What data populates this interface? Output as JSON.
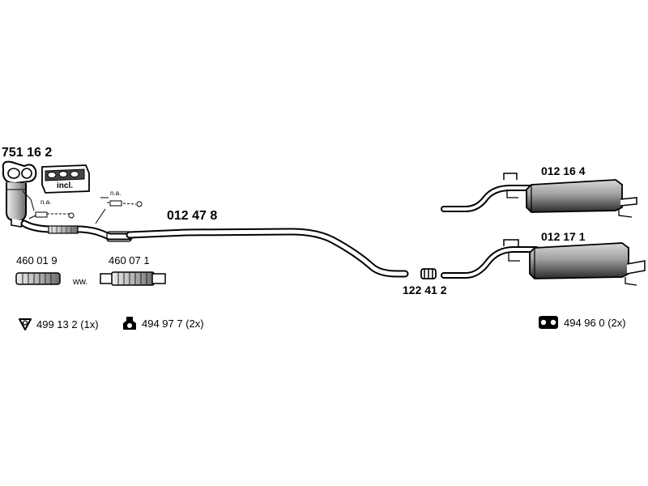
{
  "parts": {
    "catalyst": "751 16 2",
    "incl": "incl.",
    "na_1": "n.a.",
    "na_2": "n.a.",
    "middle_pipe": "012 47 8",
    "flex_pipe_1": "460 01 9",
    "ww": "ww.",
    "flex_pipe_2": "460 07 1",
    "clamp": "122 41 2",
    "rear_silencer_1": "012 16 4",
    "rear_silencer_2": "012 17 1"
  },
  "legend": [
    {
      "icon": "ring-gasket-icon",
      "text": "499 13 2 (1x)"
    },
    {
      "icon": "rubber-mount-icon",
      "text": "494 97 7 (2x)"
    },
    {
      "icon": "double-hanger-icon",
      "text": "494 96 0 (2x)"
    }
  ],
  "colors": {
    "line": "#000000",
    "pipe_fill": "#ffffff",
    "silencer_fill": "#9a9a9a"
  }
}
